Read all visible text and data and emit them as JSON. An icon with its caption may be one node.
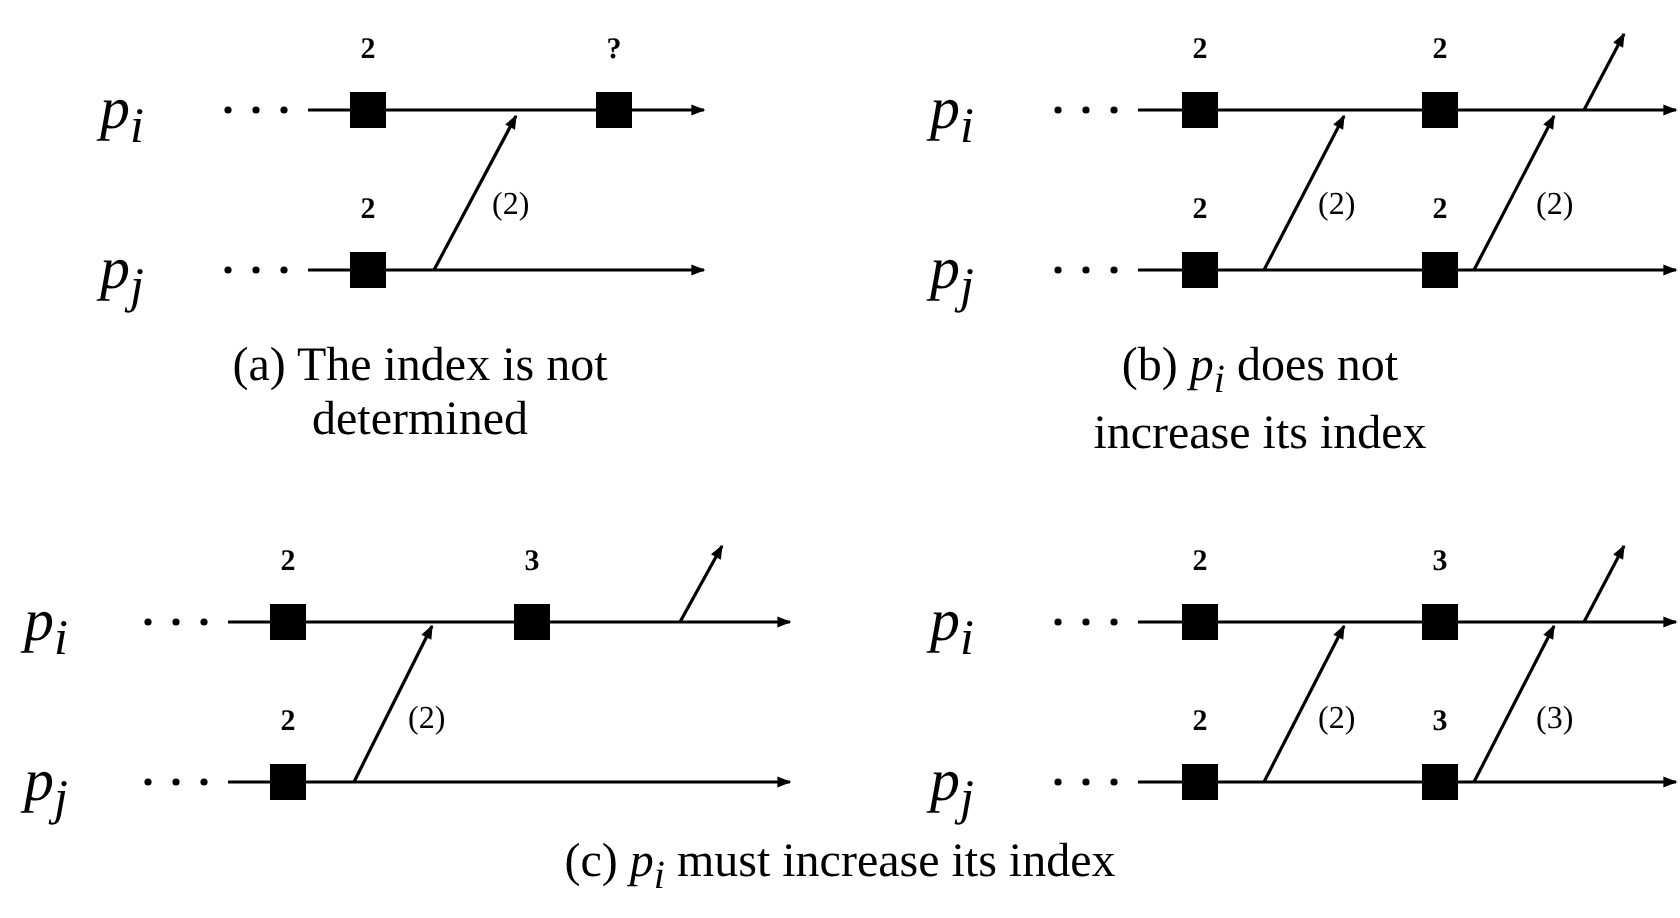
{
  "diagram": {
    "nodes": [
      {
        "text": [],
        "shape": "box",
        "beside": [
          "2"
        ]
      },
      {
        "text": [],
        "shape": "box",
        "beside": [
          "?"
        ]
      },
      {
        "text": [],
        "shape": "box",
        "beside": [
          "2"
        ]
      },
      {
        "text": [],
        "shape": "box",
        "beside": [
          "2"
        ]
      },
      {
        "text": [],
        "shape": "box",
        "beside": [
          "2"
        ]
      },
      {
        "text": [],
        "shape": "box",
        "beside": [
          "2"
        ]
      },
      {
        "text": [],
        "shape": "box",
        "beside": [
          "2"
        ]
      },
      {
        "text": [],
        "shape": "box",
        "beside": [
          "2"
        ]
      },
      {
        "text": [],
        "shape": "box",
        "beside": [
          "3"
        ]
      },
      {
        "text": [],
        "shape": "box",
        "beside": [
          "2"
        ]
      },
      {
        "text": [],
        "shape": "box",
        "beside": [
          "2"
        ]
      },
      {
        "text": [],
        "shape": "box",
        "beside": [
          "3"
        ]
      },
      {
        "text": [],
        "shape": "box",
        "beside": [
          "2"
        ]
      },
      {
        "text": [],
        "shape": "box",
        "beside": [
          "3"
        ]
      }
    ],
    "labels": [
      "*p*$_{i}$",
      "*p*$_{j}$",
      "(2)",
      "(a) The index is not determined",
      "*p*$_{i}$",
      "*p*$_{j}$",
      "(2)",
      "(2)",
      "(b) *p*$_{i}$ does not increase its index",
      "*p*$_{i}$",
      "*p*$_{j}$",
      "(2)",
      "*p*$_{i}$",
      "*p*$_{j}$",
      "(2)",
      "(3)",
      "(c) *p*$_{i}$ must increase its index"
    ]
  }
}
